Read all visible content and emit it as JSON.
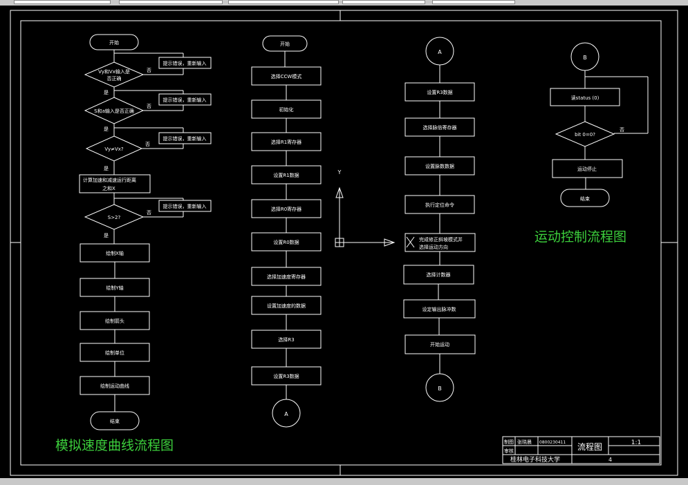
{
  "colors": {
    "background": "#000000",
    "lines": "#ffffff",
    "title_text": "#3ccf3c"
  },
  "flow1": {
    "start": "开始",
    "d1": [
      "Vy和Vx输入是",
      "否正确"
    ],
    "d2": "S和a输入是否正确",
    "d3": "Vy≠Vx?",
    "d4": "S>2?",
    "calc": [
      "计算加速和减速运行距离",
      "之和X"
    ],
    "err": "提示错误，重新输入",
    "yes": "是",
    "no": "否",
    "steps": [
      "绘制X轴",
      "绘制Y轴",
      "绘制箭头",
      "绘制单位",
      "绘制运动曲线"
    ],
    "end": "结束"
  },
  "flow2": {
    "start": "开始",
    "steps": [
      "选择CCW模式",
      "初始化",
      "选择R1寄存器",
      "设置R1数据",
      "选择R0寄存器",
      "设置R0数据",
      "选择加速度寄存器",
      "设置加速度的数据",
      "选择R3",
      "设置R3数据"
    ],
    "connector": "A"
  },
  "flow3": {
    "connector_top": "A",
    "steps": [
      "设置R3数据",
      "选择脉倍寄存器",
      "设置脉数数据",
      "执行定位命令",
      [
        "完成修正斜坡模式并",
        "选择运动方向"
      ],
      "选择计数器",
      "设定输出脉冲数",
      "开始运动"
    ],
    "connector_bottom": "B"
  },
  "flow4": {
    "connector": "B",
    "read": "读status (0)",
    "decision": "bit 0=0?",
    "no": "否",
    "stop": "运动停止",
    "end": "结束"
  },
  "axis": {
    "y_label": "Y"
  },
  "titles": {
    "motion": "运动控制流程图",
    "speed": "模拟速度曲线流程图"
  },
  "title_block": {
    "row1_label": "制图",
    "row1_name": "张晓晨",
    "row1_id": "0800230411",
    "row2_label": "审核",
    "drawing_title": "流程图",
    "scale": "1:1",
    "university": "桂林电子科技大学",
    "sheet": "4"
  }
}
